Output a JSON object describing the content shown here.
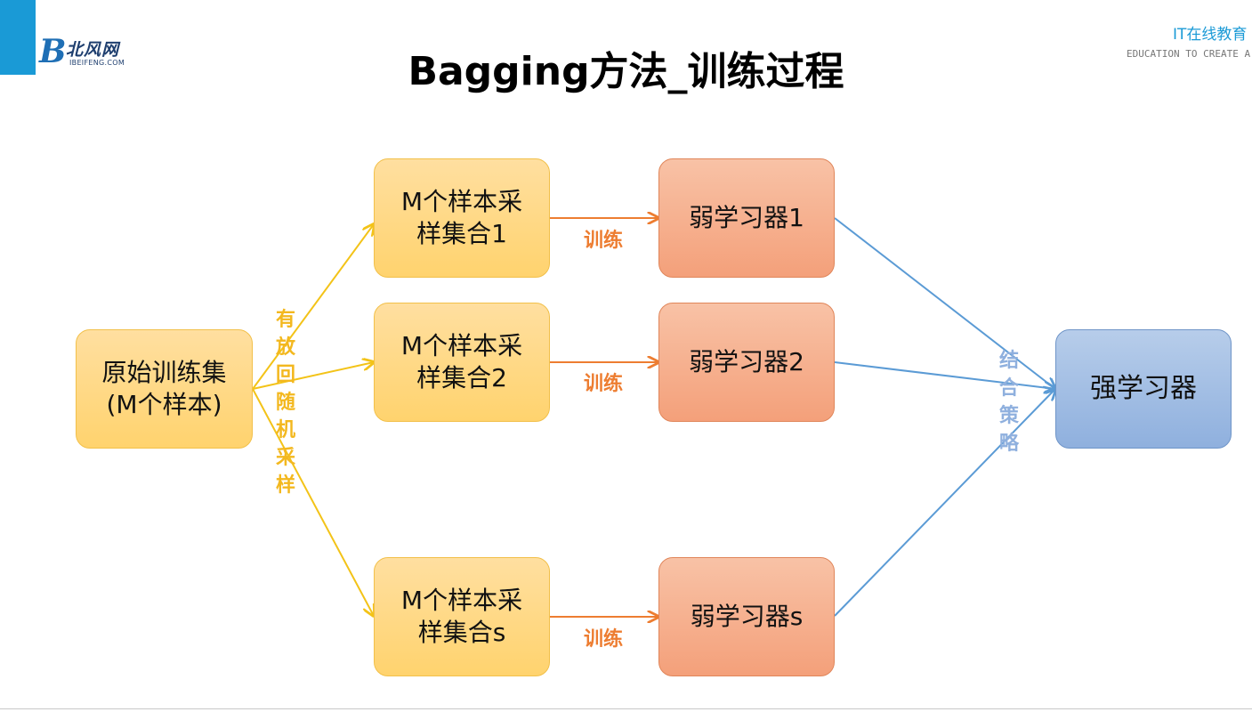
{
  "header": {
    "logo_text": "北风网",
    "logo_sub": "IBEIFENG.COM",
    "brand_cn": "IT在线教育",
    "brand_en": "EDUCATION TO CREATE A F"
  },
  "title": "Bagging方法_训练过程",
  "diagram": {
    "source": [
      "原始训练集",
      "(M个样本)"
    ],
    "sampling_label": "有放回随机采样",
    "samples": [
      [
        "M个样本采",
        "样集合1"
      ],
      [
        "M个样本采",
        "样集合2"
      ],
      [
        "M个样本采",
        "样集合s"
      ]
    ],
    "train_label": "训练",
    "learners": [
      "弱学习器1",
      "弱学习器2",
      "弱学习器s"
    ],
    "combine_label": "结合策略",
    "final": "强学习器"
  },
  "colors": {
    "sample_arrow": "#f3c318",
    "train_arrow": "#ed7d31",
    "combine_arrow": "#5b9bd5",
    "accent": "#1a9ad6"
  }
}
